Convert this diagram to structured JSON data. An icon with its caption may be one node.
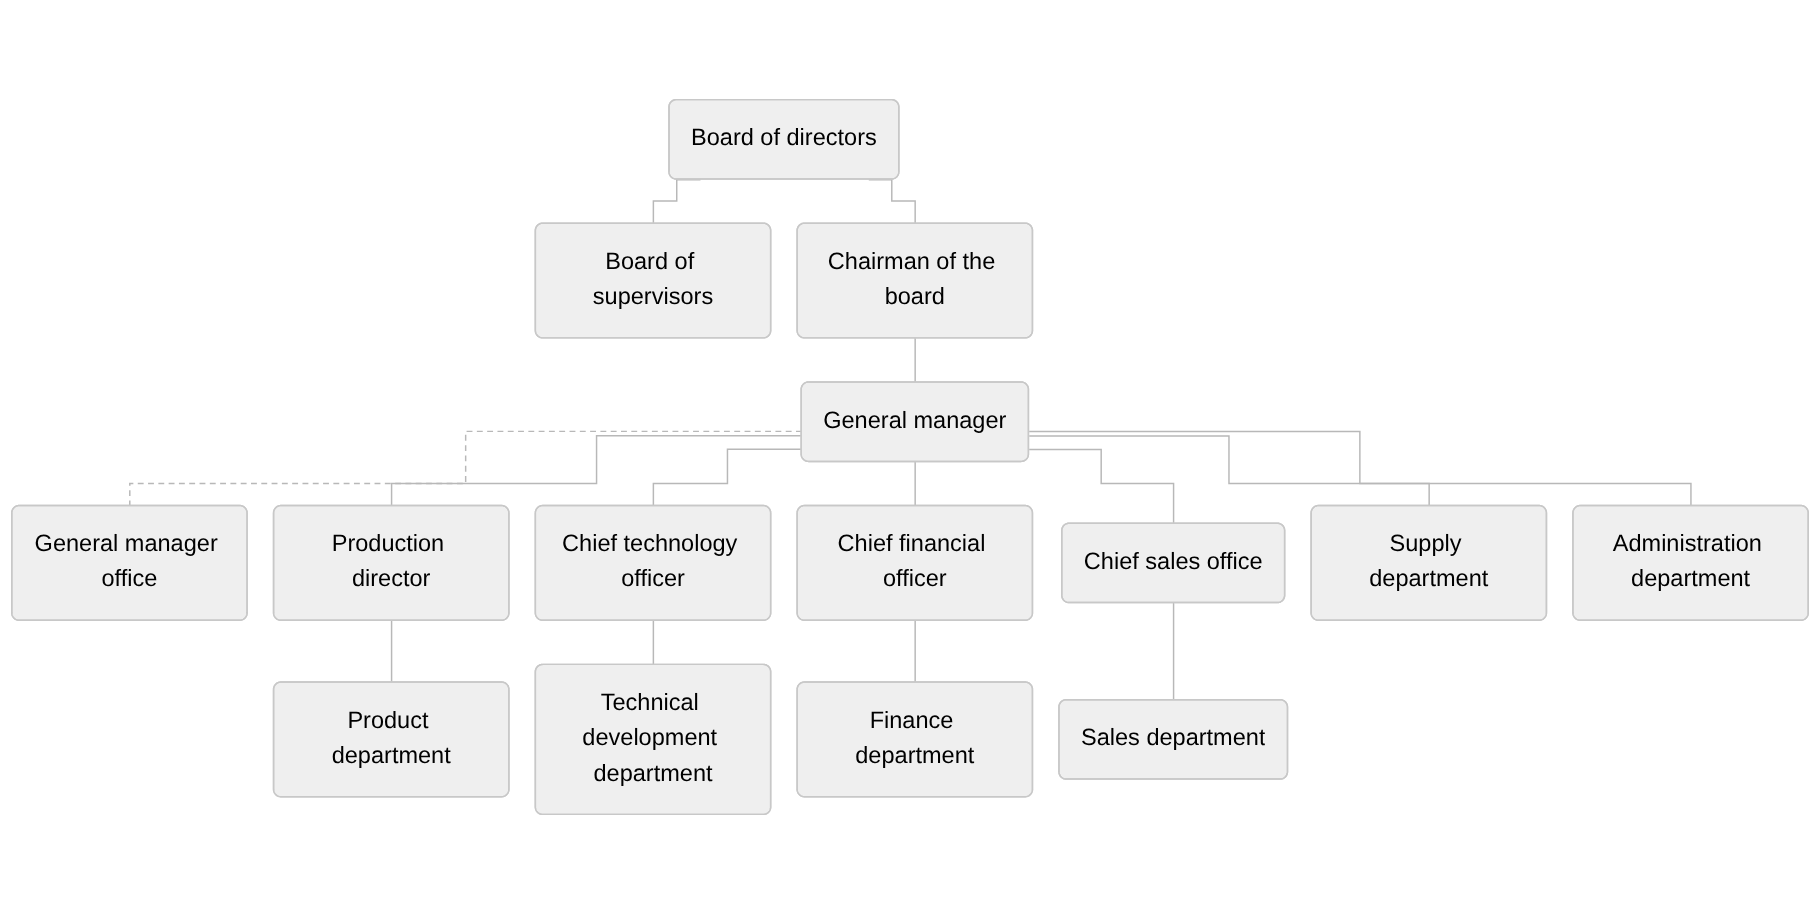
{
  "diagram": {
    "nodes": [
      {
        "text": [
          "Board of directors"
        ]
      },
      {
        "text": [
          "Board of supervisors"
        ]
      },
      {
        "text": [
          "Chairman of the board"
        ]
      },
      {
        "text": [
          "General manager"
        ]
      },
      {
        "text": [
          "General manager office"
        ]
      },
      {
        "text": [
          "Production director"
        ]
      },
      {
        "text": [
          "Chief technology officer"
        ]
      },
      {
        "text": [
          "Chief financial officer"
        ]
      },
      {
        "text": [
          "Chief sales office"
        ]
      },
      {
        "text": [
          "Product department"
        ]
      },
      {
        "text": [
          "Technical development department"
        ]
      },
      {
        "text": [
          "Finance department"
        ]
      },
      {
        "text": [
          "Supply department"
        ]
      },
      {
        "text": [
          "Administration department"
        ]
      },
      {
        "text": [
          "Sales department"
        ]
      }
    ],
    "edges": [
      {
        "from": 0,
        "to": 1,
        "arrow": "none"
      },
      {
        "from": 0,
        "to": 2,
        "arrow": "none"
      },
      {
        "from": 2,
        "to": 3,
        "arrow": "none"
      },
      {
        "from": 3,
        "to": 4,
        "arrow": "none",
        "style": "dashed"
      },
      {
        "from": 3,
        "to": 5,
        "arrow": "none"
      },
      {
        "from": 3,
        "to": 6,
        "arrow": "none"
      },
      {
        "from": 3,
        "to": 7,
        "arrow": "none"
      },
      {
        "from": 3,
        "to": 12,
        "arrow": "none"
      },
      {
        "from": 3,
        "to": 13,
        "arrow": "none"
      },
      {
        "from": 3,
        "to": 8,
        "arrow": "none"
      },
      {
        "from": 5,
        "to": 9,
        "arrow": "none"
      },
      {
        "from": 6,
        "to": 10,
        "arrow": "none"
      },
      {
        "from": 7,
        "to": 11,
        "arrow": "none"
      },
      {
        "from": 8,
        "to": 14,
        "arrow": "none"
      }
    ]
  }
}
